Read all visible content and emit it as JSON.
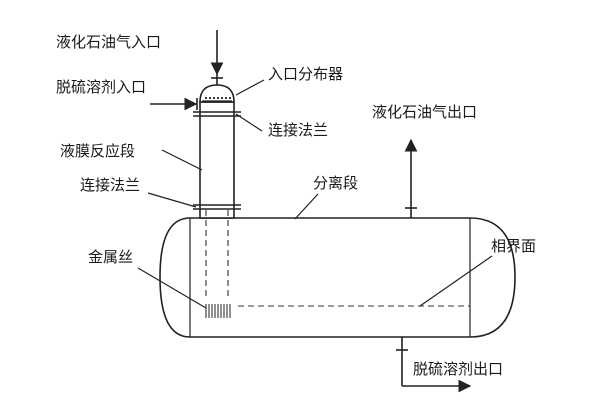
{
  "labels": {
    "lpg_inlet": "液化石油气入口",
    "solvent_inlet": "脱硫溶剂入口",
    "inlet_distributor": "入口分布器",
    "connecting_flange_top": "连接法兰",
    "lpg_outlet": "液化石油气出口",
    "liquid_film_reaction_section": "液膜反应段",
    "connecting_flange_bottom": "连接法兰",
    "separation_section": "分离段",
    "metal_wire": "金属丝",
    "phase_interface": "相界面",
    "solvent_outlet": "脱硫溶剂出口"
  }
}
